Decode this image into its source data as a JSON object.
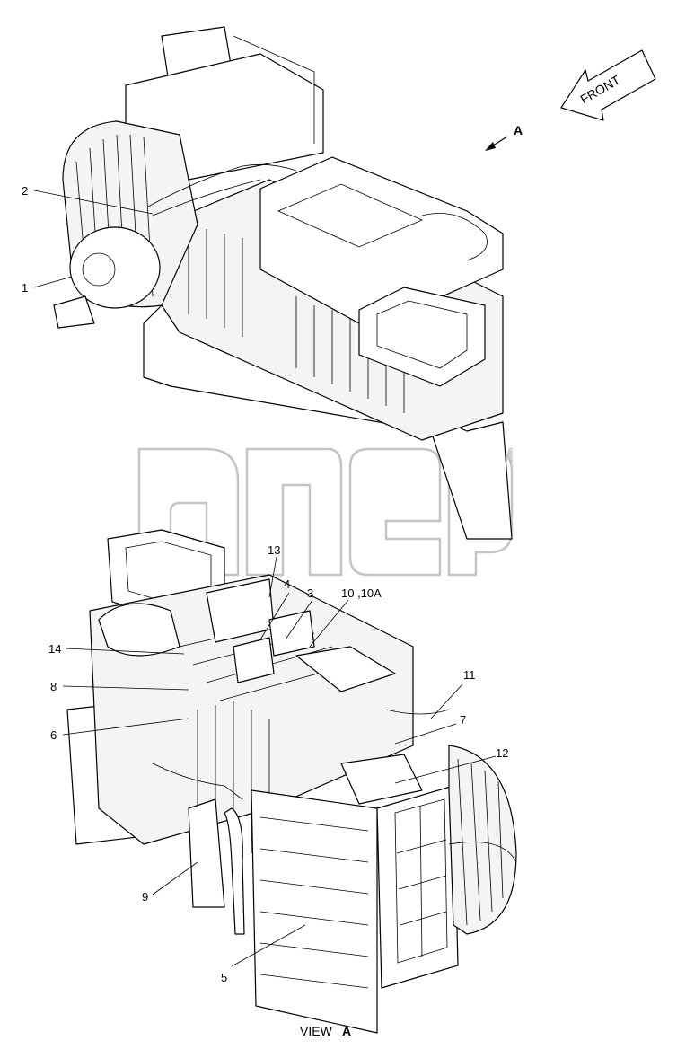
{
  "diagram": {
    "view_title": {
      "prefix": "VIEW",
      "letter": "A"
    },
    "direction_arrows": {
      "front": "FRONT",
      "view_a": "A"
    },
    "watermark": {
      "trademark": "TM"
    },
    "callouts": [
      {
        "id": "c1",
        "label": "1"
      },
      {
        "id": "c2",
        "label": "2"
      },
      {
        "id": "c3",
        "label": "3"
      },
      {
        "id": "c4",
        "label": "4"
      },
      {
        "id": "c5",
        "label": "5"
      },
      {
        "id": "c6",
        "label": "6"
      },
      {
        "id": "c7",
        "label": "7"
      },
      {
        "id": "c8",
        "label": "8"
      },
      {
        "id": "c9",
        "label": "9"
      },
      {
        "id": "c10",
        "label": "10 ,10A"
      },
      {
        "id": "c11",
        "label": "11"
      },
      {
        "id": "c12",
        "label": "12"
      },
      {
        "id": "c13",
        "label": "13"
      },
      {
        "id": "c14",
        "label": "14"
      }
    ]
  }
}
